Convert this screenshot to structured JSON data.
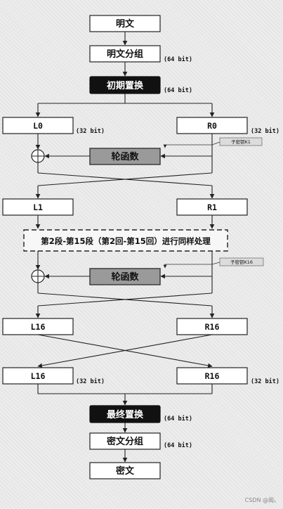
{
  "nodes": {
    "plaintext": "明文",
    "plaintext_block": "明文分组",
    "initial_permutation": "初期置换",
    "l0": "L0",
    "r0": "R0",
    "round_function_1": "轮函数",
    "subkey_1": "子密钥K1",
    "l1": "L1",
    "r1": "R1",
    "rounds_2_15": "第2段-第15段（第2回-第15回）进行同样处理",
    "round_function_16": "轮函数",
    "subkey_16": "子密钥K16",
    "l16_a": "L16",
    "r16_a": "R16",
    "l16_b": "L16",
    "r16_b": "R16",
    "final_permutation": "最终置换",
    "ciphertext_block": "密文分组",
    "ciphertext": "密文"
  },
  "annotations": {
    "bits64_block": "(64 bit)",
    "bits64_ip": "(64 bit)",
    "bits32_l0": "(32 bit)",
    "bits32_r0": "(32 bit)",
    "bits32_l16": "(32 bit)",
    "bits32_r16": "(32 bit)",
    "bits64_fp": "(64 bit)",
    "bits64_cipher": "(64 bit)"
  },
  "watermark": "CSDN @阁。"
}
